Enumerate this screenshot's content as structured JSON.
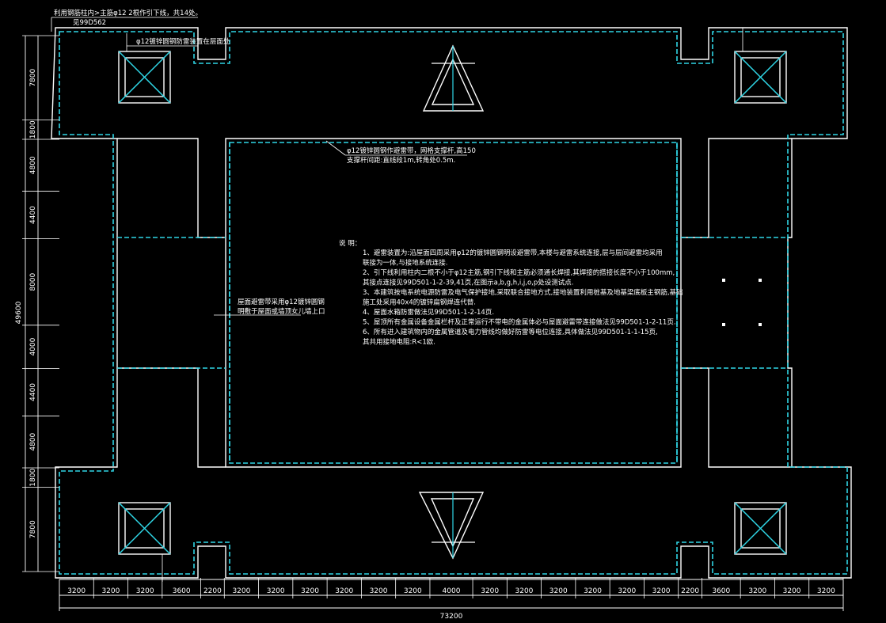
{
  "colors": {
    "background": "#000000",
    "lines": "#ffffff",
    "conductor": "#2fd6e6"
  },
  "annotations": {
    "top_downlead": "利用钢筋柱内>主筋φ12  2根作引下线，共14处。",
    "top_ref": "见99D562",
    "tower_note": "φ12镀锌圆钢防雷装置在层面处",
    "roof_note_1": "φ12镀锌圆钢作避雷带，网格支撑杆,高150",
    "roof_note_2": "支撑杆间距:直线段1m,转角处0.5m.",
    "left_note_1": "屋面避雷带采用φ12镀锌圆钢",
    "left_note_2": "明敷于屋面或墙顶女儿墙上口"
  },
  "notes": {
    "title": "说  明：",
    "lines": [
      "1、避雷装置为:沿屋面四周采用φ12的镀锌圆钢明设避雷带,本楼与避雷系统连接,层与层间避雷均采用",
      "   联接为一体,与接地系统连接.",
      "2、引下线利用柱内二根不小于φ12主筋,钢引下线和主筋必须通长焊接,其焊接的搭接长度不小于100mm,",
      "   其接点连接见99D501-1-2-39,41页,在图示a,b,g,h,i,j,o,p处设测试点.",
      "3、本建筑按电系统电源防雷及电气保护接地,采取联合接地方式,接地装置利用桩基及地基梁底板主钢筋,基础",
      "   施工处采用40x4的镀锌扁钢焊连代替.",
      "4、屋面水箱防雷做法见99D501-1-2-14页.",
      "5、屋顶所有金属设备金属栏杆及正常运行不带电的金属体必与屋面避雷带连接做法见99D501-1-2-11页.",
      "6、所有进入建筑物内的金属管道及电力管线均做好防雷等电位连接,具体做法见99D501-1-1-15页,",
      "   其共用接地电阻:R<1欧."
    ]
  },
  "left_dims": {
    "total": "49600",
    "segments": [
      "7800",
      "1800",
      "4800",
      "4400",
      "8000",
      "4000",
      "4400",
      "4800",
      "1800",
      "7800"
    ]
  },
  "bottom_dims": {
    "total": "73200",
    "segments": [
      "3200",
      "3200",
      "3200",
      "3600",
      "2200",
      "3200",
      "3200",
      "3200",
      "3200",
      "3200",
      "3200",
      "4000",
      "3200",
      "3200",
      "3200",
      "3200",
      "3200",
      "3200",
      "2200",
      "3600",
      "3200",
      "3200",
      "3200"
    ]
  }
}
